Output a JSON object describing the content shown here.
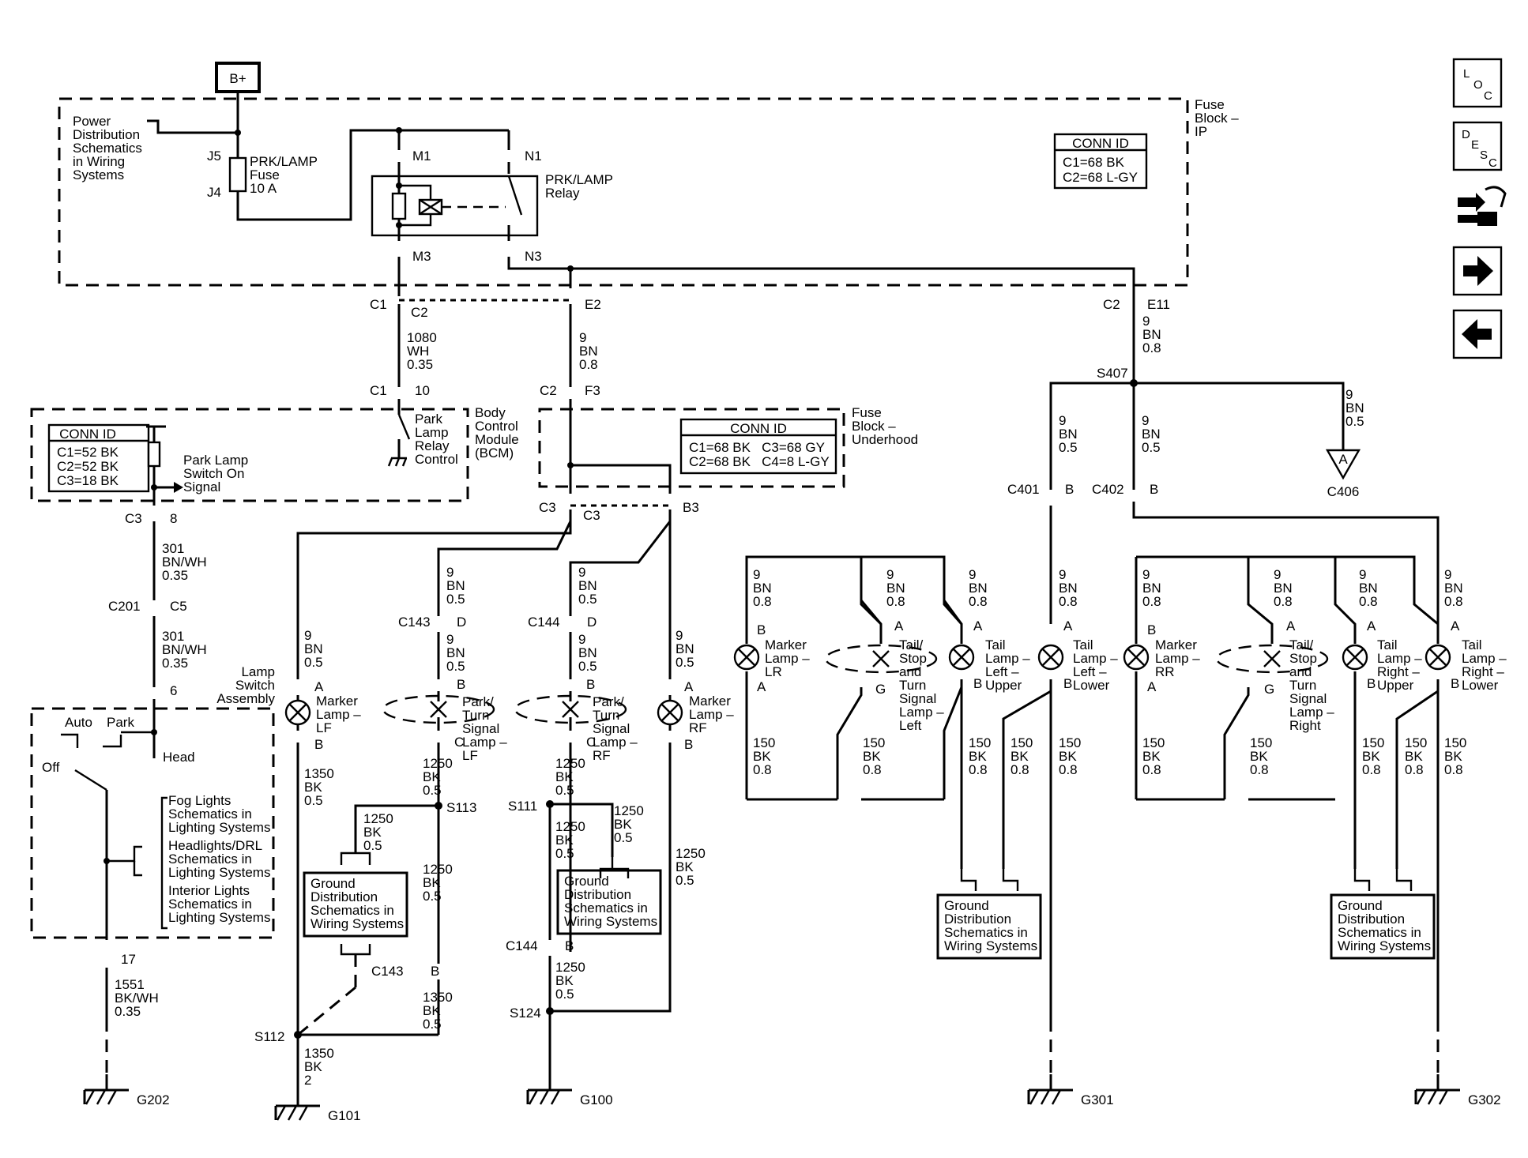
{
  "diagram": {
    "power": "B+",
    "fuse_block_ip": "Fuse\nBlock –\nIP",
    "fuse_block_underhood": "Fuse\nBlock –\nUnderhood",
    "power_dist_ref": "Power\nDistribution\nSchematics\nin Wiring\nSystems",
    "fuse": {
      "top": "J5",
      "bottom": "J4",
      "label": "PRK/LAMP\nFuse\n10 A"
    },
    "relay": {
      "label": "PRK/LAMP\nRelay",
      "pins": [
        "M1",
        "N1",
        "M3",
        "N3"
      ]
    },
    "conn_id_ip": {
      "title": "CONN ID",
      "lines": [
        "C1=68 BK",
        "C2=68 L-GY"
      ]
    },
    "conn_id_underhood": {
      "title": "CONN ID",
      "lines": [
        "C1=68 BK   C3=68 GY",
        "C2=68 BK   C4=8 L-GY"
      ]
    },
    "conn_id_bcm": {
      "title": "CONN ID",
      "lines": [
        "C1=52 BK",
        "C2=52 BK",
        "C3=18 BK"
      ]
    },
    "bcm_label": "Body\nControl\nModule\n(BCM)",
    "park_lamp_relay_control": "Park\nLamp\nRelay\nControl",
    "park_lamp_switch_signal": "Park Lamp\nSwitch On\nSignal",
    "lamp_switch": {
      "label": "Lamp\nSwitch\nAssembly",
      "positions": [
        "Auto",
        "Park",
        "Off",
        "Head"
      ],
      "refs": [
        "Fog Lights\nSchematics in\nLighting Systems",
        "Headlights/DRL\nSchematics in\nLighting Systems",
        "Interior Lights\nSchematics in\nLighting Systems"
      ]
    },
    "ground_ref": "Ground\nDistribution\nSchematics in\nWiring Systems",
    "connectors": {
      "c1_c2": [
        "C1",
        "C2"
      ],
      "e2": "E2",
      "c2_e11": [
        "C2",
        "E11"
      ],
      "c1_10": [
        "C1",
        "10"
      ],
      "c2_f3": [
        "C2",
        "F3"
      ],
      "c3_8": [
        "C3",
        "8"
      ],
      "c3_c3_b3": [
        "C3",
        "C3",
        "B3"
      ],
      "c201_c5": [
        "C201",
        "C5"
      ],
      "pin6": "6",
      "pin17": "17",
      "c143_d": [
        "C143",
        "D"
      ],
      "c144_d": [
        "C144",
        "D"
      ],
      "c143_b": [
        "C143",
        "B"
      ],
      "c144_b": [
        "C144",
        "B"
      ],
      "c401_b": [
        "C401",
        "B"
      ],
      "c402_b": [
        "C402",
        "B"
      ],
      "c406": "C406",
      "c406_pin": "A"
    },
    "splices": [
      "S407",
      "S113",
      "S111",
      "S112",
      "S124"
    ],
    "wires": {
      "w1080": "1080\nWH\n0.35",
      "w9_bn_08": "9\nBN\n0.8",
      "w9_bn_05": "9\nBN\n0.5",
      "w301": "301\nBN/WH\n0.35",
      "w1551": "1551\nBK/WH\n0.35",
      "w1350_05": "1350\nBK\n0.5",
      "w1350_2": "1350\nBK\n2",
      "w1250_05": "1250\nBK\n0.5",
      "w150_08": "150\nBK\n0.8"
    },
    "lamps": {
      "marker_lf": "Marker\nLamp –\nLF",
      "park_lf": "Park/\nTurn\nSignal\nLamp –\nLF",
      "park_rf": "Park/\nTurn\nSignal\nLamp –\nRF",
      "marker_rf": "Marker\nLamp –\nRF",
      "marker_lr": "Marker\nLamp –\nLR",
      "tail_left": "Tail/\nStop\nand\nTurn\nSignal\nLamp –\nLeft",
      "tail_lu": "Tail\nLamp –\nLeft –\nUpper",
      "tail_ll": "Tail\nLamp –\nLeft –\nLower",
      "marker_rr": "Marker\nLamp –\nRR",
      "tail_right": "Tail/\nStop\nand\nTurn\nSignal\nLamp –\nRight",
      "tail_ru": "Tail\nLamp –\nRight –\nUpper",
      "tail_rl": "Tail\nLamp –\nRight –\nLower"
    },
    "pins": {
      "a": "A",
      "b": "B",
      "c": "C",
      "g": "G"
    },
    "grounds": [
      "G202",
      "G101",
      "G100",
      "G301",
      "G302"
    ]
  },
  "nav": {
    "loc": [
      "L",
      "O",
      "C"
    ],
    "desc": [
      "D",
      "E",
      "S",
      "C"
    ],
    "next_icon": "arrow-right-icon",
    "prev_icon": "arrow-left-icon",
    "tool_icon": "wrench-connector-icon"
  }
}
